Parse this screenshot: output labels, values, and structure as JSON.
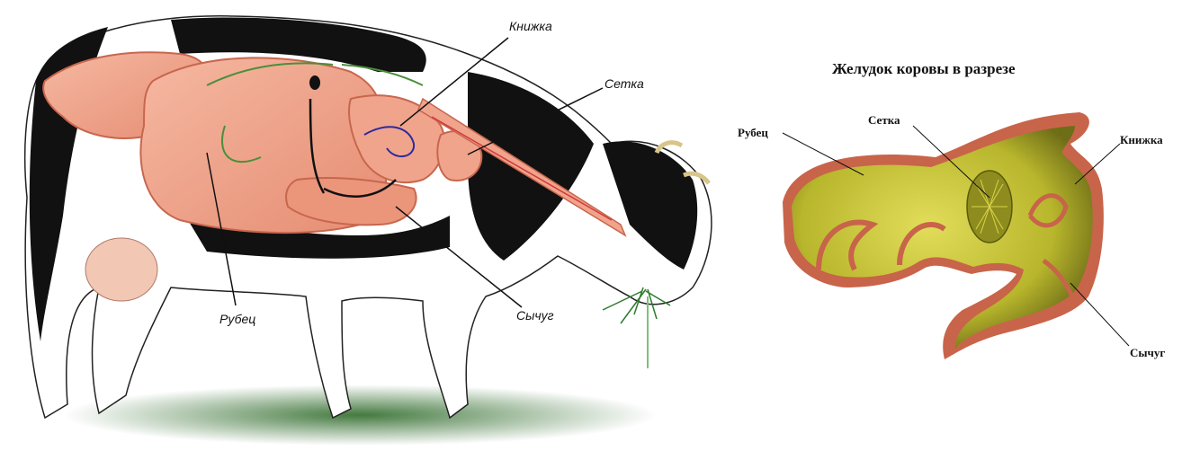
{
  "left_diagram": {
    "labels": {
      "knizhka": "Книжка",
      "setka": "Сетка",
      "rubets": "Рубец",
      "sychug": "Сычуг"
    }
  },
  "right_diagram": {
    "title": "Желудок коровы в разрезе",
    "labels": {
      "rubets": "Рубец",
      "setka": "Сетка",
      "knizhka": "Книжка",
      "sychug": "Сычуг"
    }
  },
  "colors": {
    "organ_pink": "#f0a48c",
    "organ_outline": "#c8664e",
    "stomach_yellow": "#c9c83a",
    "stomach_red": "#c8644a",
    "arrow_green": "#4a8f3a",
    "arrow_blue": "#2a2aa0",
    "arrow_red": "#d23a3a"
  }
}
